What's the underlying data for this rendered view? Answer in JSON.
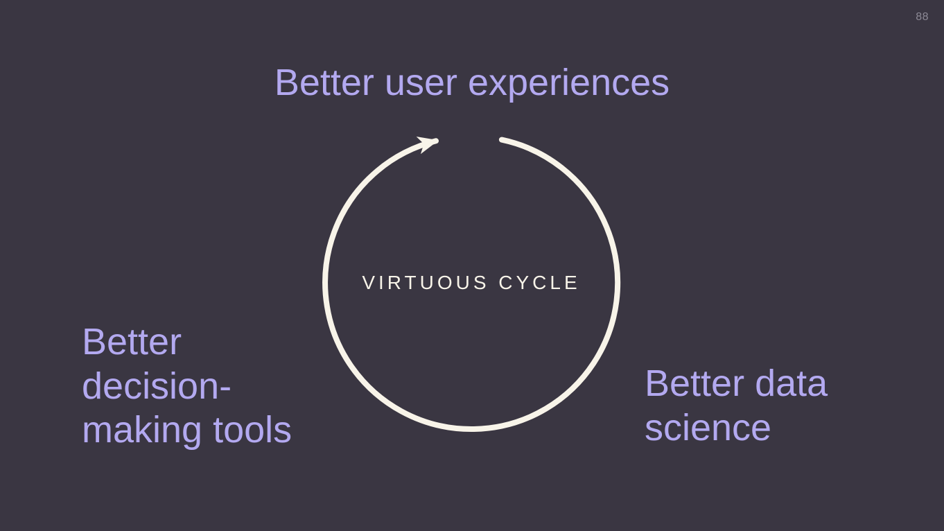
{
  "slide": {
    "page_number": "88",
    "top_label": "Better user experiences",
    "cycle_label": "VIRTUOUS CYCLE",
    "left_label_lines": [
      "Better",
      "decision-",
      "making tools"
    ],
    "right_label_lines": [
      "Better data",
      "science"
    ],
    "colors": {
      "background": "#3a3642",
      "accent_lavender": "#b3a9f0",
      "cream": "#f8f4e9",
      "page_number_gray": "#8d8a96"
    }
  }
}
